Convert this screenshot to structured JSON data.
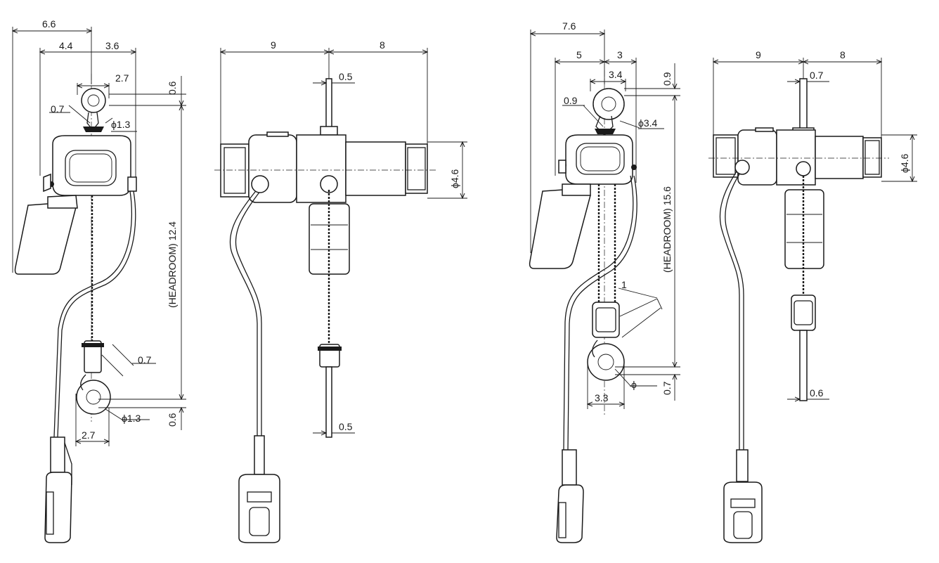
{
  "labels": {
    "v1": {
      "overall_width": "6.6",
      "left_width": "4.4",
      "right_width": "3.6",
      "top_hook_width": "2.7",
      "top_hook_gap": "0.6",
      "top_hook_offset": "0.7",
      "top_hook_dia": "ϕ1.3",
      "headroom": "(HEADROOM) 12.4",
      "bottom_hook_offset": "0.7",
      "bottom_hook_dia": "ϕ1.3",
      "bottom_hook_gap": "0.6",
      "bottom_hook_width": "2.7"
    },
    "s1": {
      "left_length": "9",
      "right_length": "8",
      "top_offset": "0.5",
      "motor_dia": "ϕ4.6",
      "bottom_offset": "0.5"
    },
    "v2": {
      "overall_width": "7.6",
      "left_width": "5",
      "right_width": "3",
      "top_hook_width": "3.4",
      "top_hook_gap": "0.9",
      "top_hook_offset": "0.9",
      "top_hook_dia": "ϕ3.4",
      "headroom": "(HEADROOM) 15.6",
      "bottom_hook_angle": "1",
      "bottom_hook_dia": "ϕ",
      "bottom_hook_gap": "0.7",
      "bottom_hook_width": "3.3"
    },
    "s2": {
      "left_length": "9",
      "right_length": "8",
      "top_offset": "0.7",
      "motor_dia": "ϕ4.6",
      "bottom_offset": "0.6"
    }
  }
}
